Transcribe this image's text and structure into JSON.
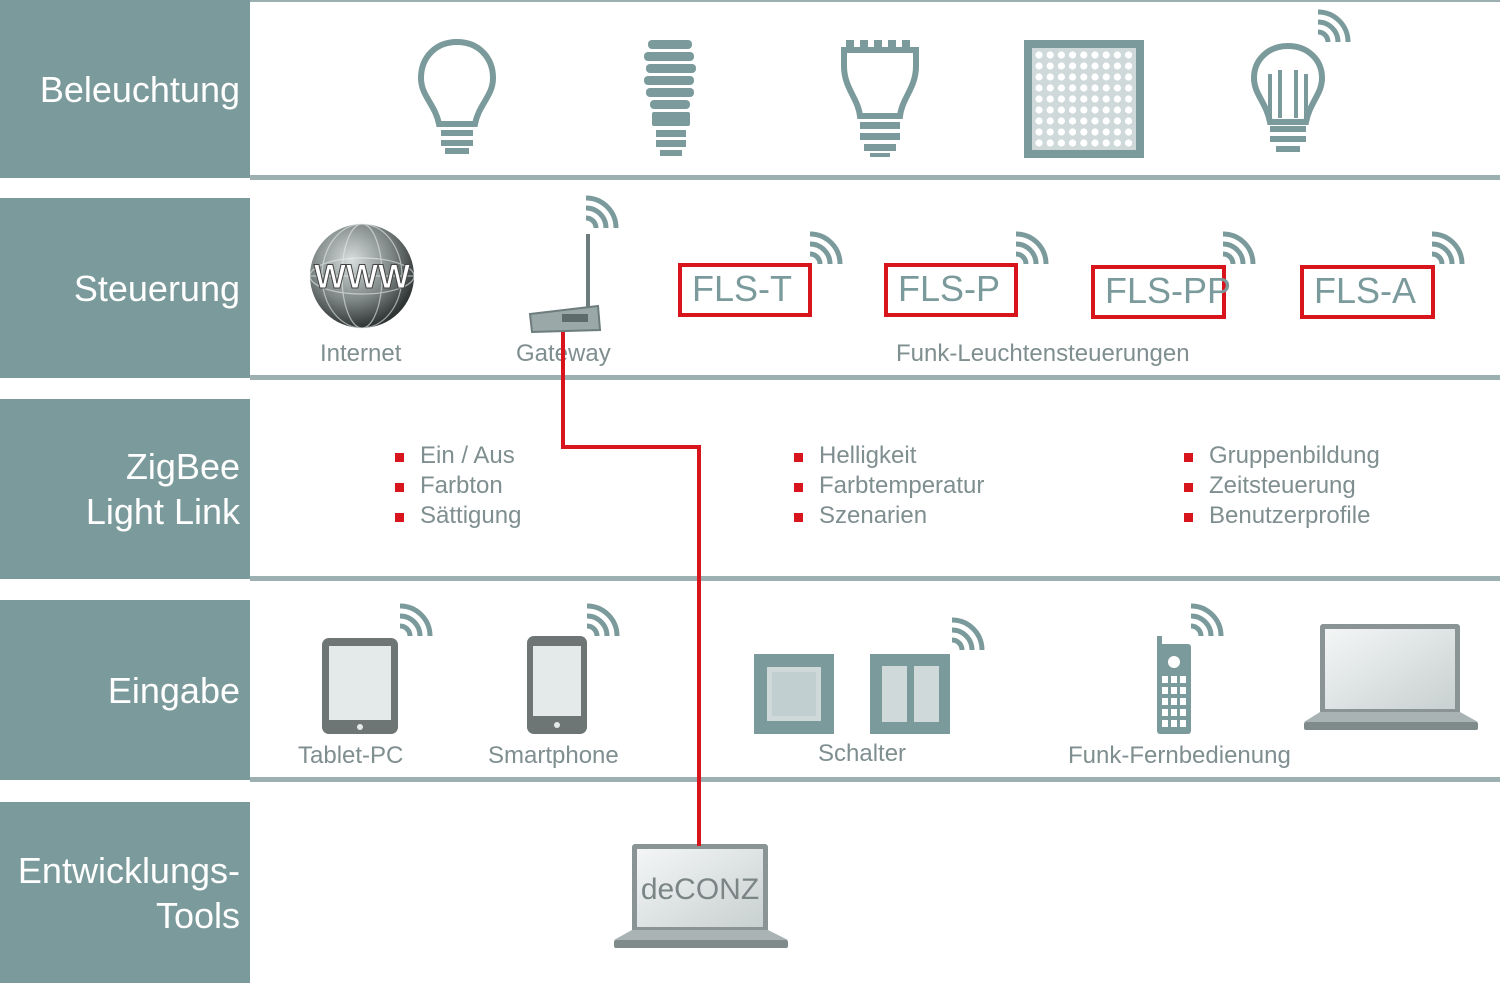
{
  "colors": {
    "accent_red": "#d8141c",
    "sidebar": "#7b9a9b",
    "icon": "#7b9a9b",
    "text": "#7f8e8f"
  },
  "rows": [
    {
      "label_lines": [
        "Beleuchtung"
      ]
    },
    {
      "label_lines": [
        "Steuerung"
      ]
    },
    {
      "label_lines": [
        "ZigBee",
        "Light Link"
      ]
    },
    {
      "label_lines": [
        "Eingabe"
      ]
    },
    {
      "label_lines": [
        "Entwicklungs-",
        "Tools"
      ]
    }
  ],
  "lighting": {
    "icons": [
      "incandescent-bulb-icon",
      "cfl-bulb-icon",
      "led-spot-bulb-icon",
      "led-panel-icon",
      "wireless-led-bulb-icon"
    ]
  },
  "control": {
    "internet_label": "Internet",
    "www_label": "WWW",
    "gateway_label": "Gateway",
    "fls": [
      "FLS-T",
      "FLS-P",
      "FLS-PP",
      "FLS-A"
    ],
    "fls_caption": "Funk-Leuchtensteuerungen"
  },
  "zll": {
    "features": [
      [
        "Ein / Aus",
        "Farbton",
        "Sättigung"
      ],
      [
        "Helligkeit",
        "Farbtemperatur",
        "Szenarien"
      ],
      [
        "Gruppenbildung",
        "Zeitsteuerung",
        "Benutzerprofile"
      ]
    ]
  },
  "input": {
    "tablet": "Tablet-PC",
    "smartphone": "Smartphone",
    "switch": "Schalter",
    "remote": "Funk-Fernbedienung"
  },
  "tools": {
    "deconz": "deCONZ"
  }
}
